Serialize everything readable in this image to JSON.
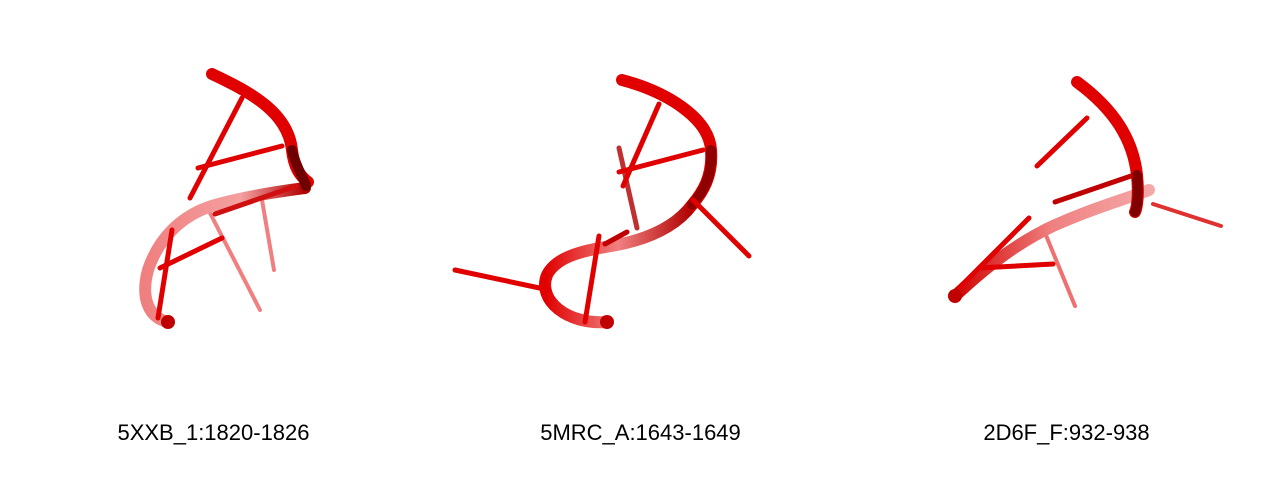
{
  "panels": [
    {
      "label": "5XXB_1:1820-1826",
      "color": "#e00000"
    },
    {
      "label": "5MRC_A:1643-1649",
      "color": "#e00000"
    },
    {
      "label": "2D6F_F:932-938",
      "color": "#e00000"
    }
  ]
}
